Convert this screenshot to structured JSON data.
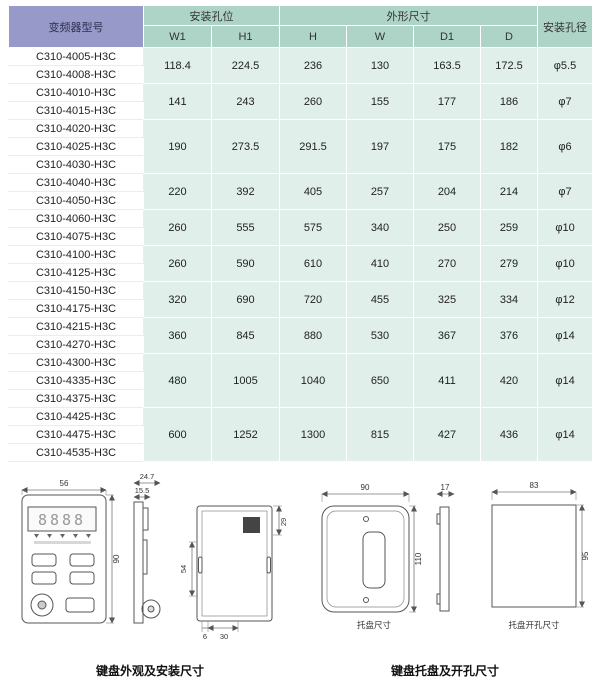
{
  "table": {
    "header": {
      "model": "变频器型号",
      "mount_holes": "安装孔位",
      "outline": "外形尺寸",
      "hole_dia": "安装孔径",
      "cols": [
        "W1",
        "H1",
        "H",
        "W",
        "D1",
        "D"
      ]
    },
    "groups": [
      {
        "models": [
          "C310-4005-H3C",
          "C310-4008-H3C"
        ],
        "w1": "118.4",
        "h1": "224.5",
        "h": "236",
        "w": "130",
        "d1": "163.5",
        "d": "172.5",
        "dia": "φ5.5"
      },
      {
        "models": [
          "C310-4010-H3C",
          "C310-4015-H3C"
        ],
        "w1": "141",
        "h1": "243",
        "h": "260",
        "w": "155",
        "d1": "177",
        "d": "186",
        "dia": "φ7"
      },
      {
        "models": [
          "C310-4020-H3C",
          "C310-4025-H3C",
          "C310-4030-H3C"
        ],
        "w1": "190",
        "h1": "273.5",
        "h": "291.5",
        "w": "197",
        "d1": "175",
        "d": "182",
        "dia": "φ6"
      },
      {
        "models": [
          "C310-4040-H3C",
          "C310-4050-H3C"
        ],
        "w1": "220",
        "h1": "392",
        "h": "405",
        "w": "257",
        "d1": "204",
        "d": "214",
        "dia": "φ7"
      },
      {
        "models": [
          "C310-4060-H3C",
          "C310-4075-H3C"
        ],
        "w1": "260",
        "h1": "555",
        "h": "575",
        "w": "340",
        "d1": "250",
        "d": "259",
        "dia": "φ10"
      },
      {
        "models": [
          "C310-4100-H3C",
          "C310-4125-H3C"
        ],
        "w1": "260",
        "h1": "590",
        "h": "610",
        "w": "410",
        "d1": "270",
        "d": "279",
        "dia": "φ10"
      },
      {
        "models": [
          "C310-4150-H3C",
          "C310-4175-H3C"
        ],
        "w1": "320",
        "h1": "690",
        "h": "720",
        "w": "455",
        "d1": "325",
        "d": "334",
        "dia": "φ12"
      },
      {
        "models": [
          "C310-4215-H3C",
          "C310-4270-H3C"
        ],
        "w1": "360",
        "h1": "845",
        "h": "880",
        "w": "530",
        "d1": "367",
        "d": "376",
        "dia": "φ14"
      },
      {
        "models": [
          "C310-4300-H3C",
          "C310-4335-H3C",
          "C310-4375-H3C"
        ],
        "w1": "480",
        "h1": "1005",
        "h": "1040",
        "w": "650",
        "d1": "411",
        "d": "420",
        "dia": "φ14"
      },
      {
        "models": [
          "C310-4425-H3C",
          "C310-4475-H3C",
          "C310-4535-H3C"
        ],
        "w1": "600",
        "h1": "1252",
        "h": "1300",
        "w": "815",
        "d1": "427",
        "d": "436",
        "dia": "φ14"
      }
    ]
  },
  "drawings": {
    "keypad": {
      "width": "56",
      "height": "90",
      "display_digits": "8888"
    },
    "keypad_side": {
      "depth_total": "24.7",
      "depth_body": "15.5"
    },
    "keypad_rear": {
      "top_height": "29",
      "body_height": "54",
      "foot": "6",
      "span": "30"
    },
    "tray": {
      "width": "90",
      "height": "110",
      "label": "托盘尺寸"
    },
    "tray_side": {
      "depth": "17"
    },
    "cutout": {
      "width": "83",
      "height": "95",
      "label": "托盘开孔尺寸"
    }
  },
  "captions": {
    "left": "键盘外观及安装尺寸",
    "right": "键盘托盘及开孔尺寸"
  },
  "colors": {
    "header_purple": "#9799c9",
    "header_teal": "#aed4c7",
    "cell_mint": "#e0efe9"
  }
}
